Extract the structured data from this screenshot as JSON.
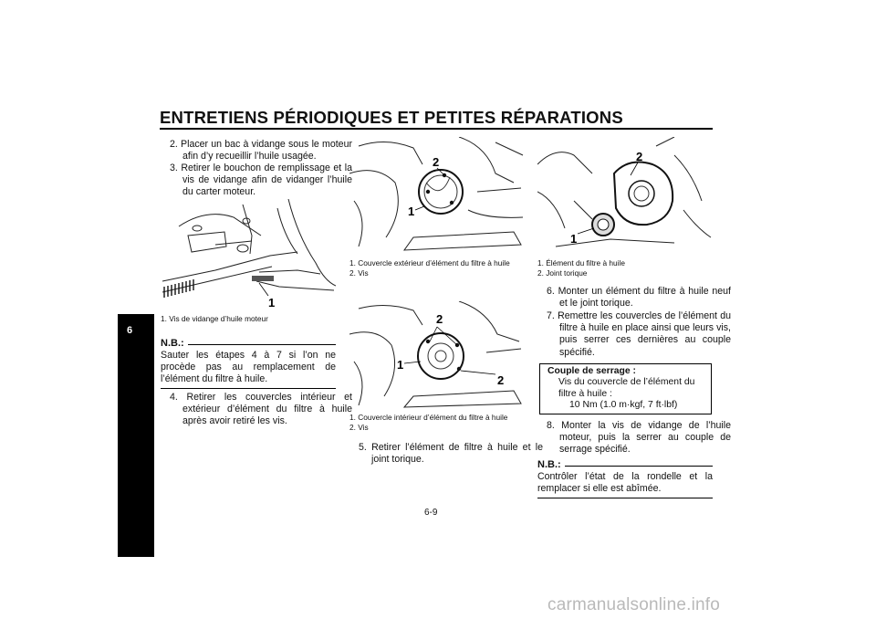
{
  "header": {
    "title": "ENTRETIENS PÉRIODIQUES ET PETITES RÉPARATIONS"
  },
  "chapter_tab": {
    "number": "6"
  },
  "col1": {
    "step2": "2. Placer un bac à vidange sous le moteur afin d’y recueillir l’huile usagée.",
    "step3": "3. Retirer le bouchon de remplissage et la vis de vidange afin de vidanger l’huile du carter moteur.",
    "fig1_callout": "1",
    "fig1_caption": "1. Vis de vidange d’huile moteur",
    "nb_label": "N.B.:",
    "nb_text": "Sauter les étapes 4 à 7 si l’on ne procède pas au remplacement de l’élément du filtre à huile.",
    "step4": "4. Retirer les couvercles intérieur et extérieur d’élément du filtre à huile après avoir retiré les vis."
  },
  "col2": {
    "fig2_callout_1": "1",
    "fig2_callout_2": "2",
    "fig2_caption_1": "1. Couvercle extérieur d’élément du filtre à huile",
    "fig2_caption_2": "2. Vis",
    "fig3_callout_1": "1",
    "fig3_callout_2a": "2",
    "fig3_callout_2b": "2",
    "fig3_caption_1": "1. Couvercle intérieur d’élément du filtre à huile",
    "fig3_caption_2": "2. Vis",
    "step5": "5. Retirer l’élément de filtre à huile et le joint torique."
  },
  "col3": {
    "fig4_callout_1": "1",
    "fig4_callout_2": "2",
    "fig4_caption_1": "1. Élément du filtre à huile",
    "fig4_caption_2": "2. Joint torique",
    "step6": "6. Monter un élément du filtre à huile neuf et le joint torique.",
    "step7": "7. Remettre les couvercles de l’élément du filtre à huile en place ainsi que leurs vis, puis serrer ces dernières au couple spécifié.",
    "torque_title": "Couple de serrage :",
    "torque_item": "Vis du couvercle de l’élément du filtre à huile :",
    "torque_value": "10 Nm (1.0 m·kgf, 7 ft·lbf)",
    "step8": "8. Monter la vis de vidange de l’huile moteur, puis la serrer au couple de serrage spécifié.",
    "nb_label": "N.B.:",
    "nb_text": "Contrôler l’état de la rondelle et la remplacer si elle est abîmée."
  },
  "footer": {
    "page_number": "6-9"
  },
  "watermark": {
    "text": "carmanualsonline.info"
  }
}
